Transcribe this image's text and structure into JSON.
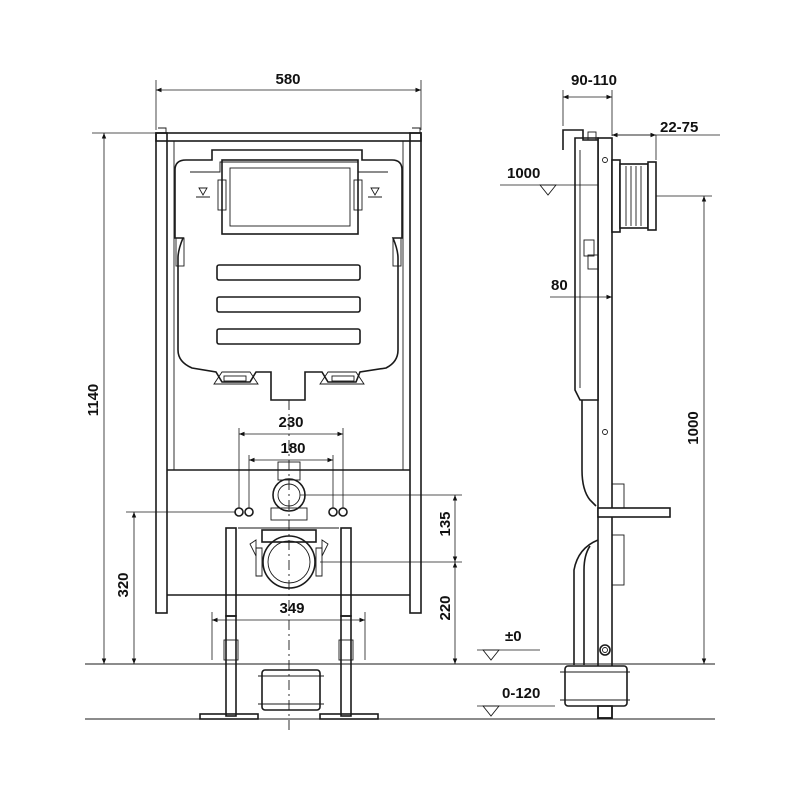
{
  "dimensions": {
    "frame_width": "580",
    "frame_height": "1140",
    "bolt_spacing_outer": "230",
    "bolt_spacing_inner": "180",
    "inlet_offset": "135",
    "outlet_height": "220",
    "bolt_height": "320",
    "foot_spacing": "349",
    "floor_level": "±0",
    "floor_adjust": "0-120",
    "wall_depth": "90-110",
    "flush_pipe_depth": "22-75",
    "tank_height": "1000",
    "inlet_height": "1000",
    "frame_depth": "80"
  },
  "views": [
    "front-view",
    "side-view"
  ],
  "colors": {
    "line": "#1a1a1a",
    "background": "#ffffff"
  }
}
